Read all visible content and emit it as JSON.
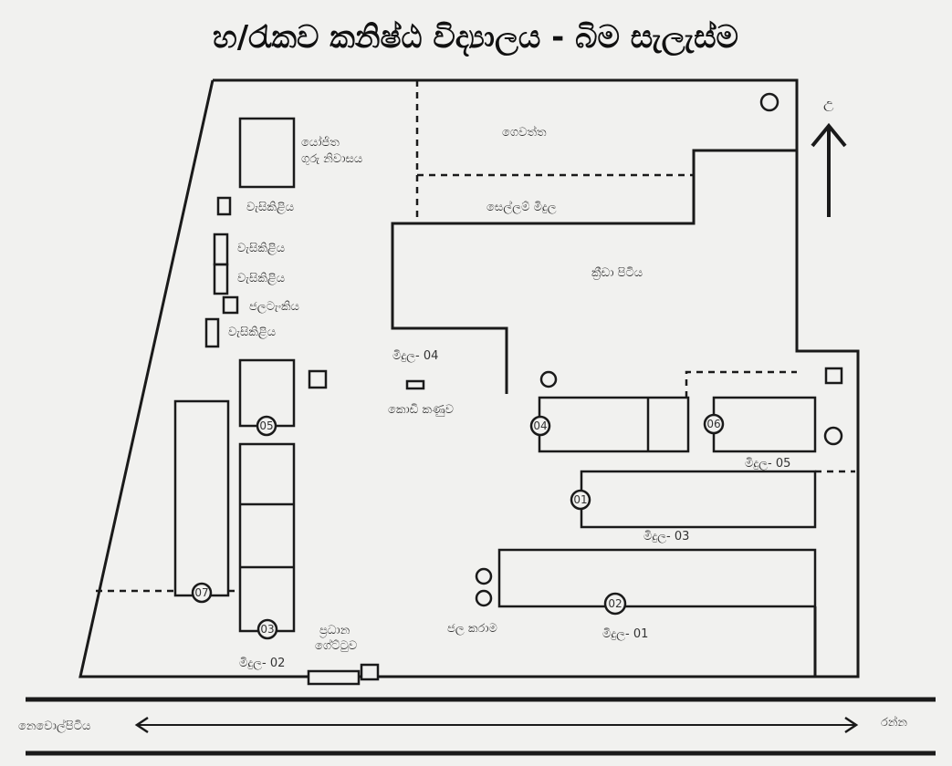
{
  "title": "හ/රැකව කනිෂ්ඨ විද්‍යාලය - බිම සැලැස්ම",
  "north_label": "උ",
  "areas": {
    "garden": "ගෙවත්ත",
    "play_yard": "සෙල්ලම් මිදුල",
    "sports_ground": "ක්‍රීඩා පිටිය",
    "proposed_teacher_house": [
      "යෝජිත",
      "ගුරු නිවාසය"
    ],
    "toilet": "වැසිකිළිය",
    "water_tank": "ජලටැංකිය",
    "flag_pole": "කොඩි කණුව",
    "water_taps": "ජල කරාම",
    "main_gate": [
      "ප්‍රධාන",
      "ගේට්ටුව"
    ]
  },
  "yards": [
    "මිදුල- 01",
    "මිදුල- 02",
    "මිදුල- 03",
    "මිදුල- 04",
    "මිදුල- 05"
  ],
  "buildings": [
    "01",
    "02",
    "03",
    "04",
    "05",
    "06",
    "07"
  ],
  "road": {
    "left": "නෙවොල්පිටිය",
    "right": "රන්න"
  }
}
